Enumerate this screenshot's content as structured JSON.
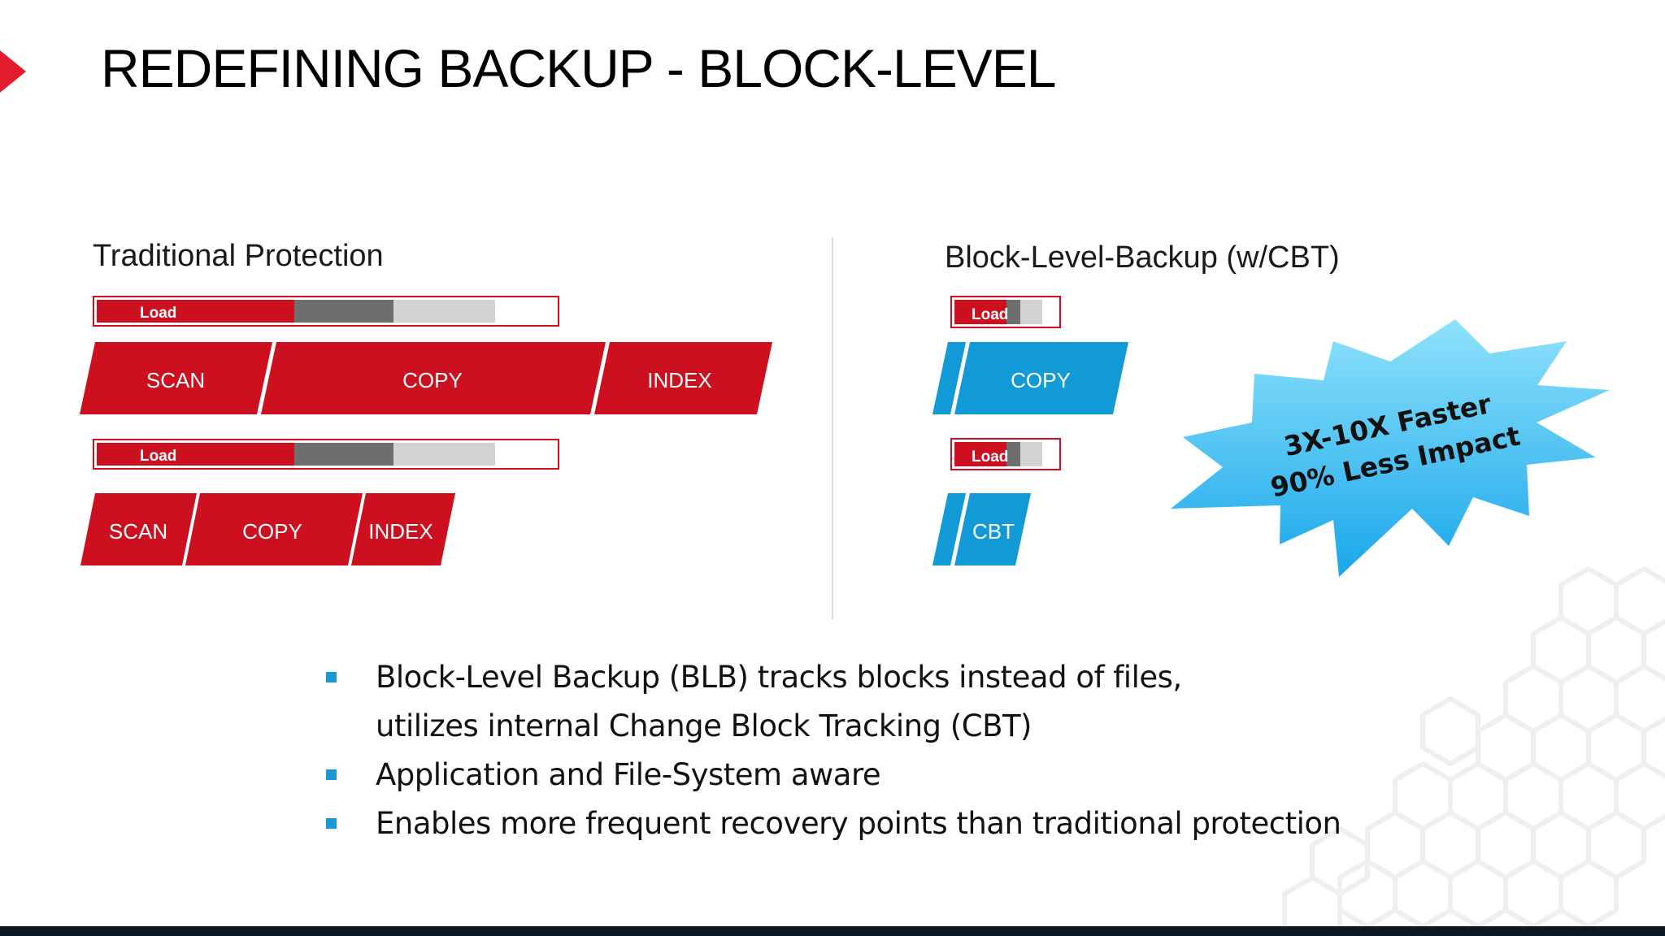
{
  "slide": {
    "title": "REDEFINING BACKUP - BLOCK-LEVEL",
    "colors": {
      "red": "#cc1020",
      "blue": "#119ad6",
      "dark_gray": "#6e6e6e",
      "light_gray": "#d3d3d3",
      "bullet": "#199ad6",
      "burst": "#5ccbf3"
    }
  },
  "traditional": {
    "heading": "Traditional Protection",
    "load_label": "Load",
    "rows": [
      {
        "load_label": "Load",
        "stages": [
          "SCAN",
          "COPY",
          "INDEX"
        ]
      },
      {
        "load_label": "Load",
        "stages": [
          "SCAN",
          "COPY",
          "INDEX"
        ]
      }
    ]
  },
  "block_level": {
    "heading": "Block-Level-Backup (w/CBT)",
    "rows": [
      {
        "load_label": "Load",
        "stage": "COPY"
      },
      {
        "load_label": "Load",
        "stage": "CBT"
      }
    ]
  },
  "burst": {
    "line1": "3X-10X Faster",
    "line2": "90% Less Impact"
  },
  "bullets": [
    "Block-Level Backup (BLB) tracks blocks instead of files, utilizes internal Change Block Tracking (CBT)",
    "Application and File-System aware",
    "Enables more frequent recovery points than traditional protection"
  ]
}
